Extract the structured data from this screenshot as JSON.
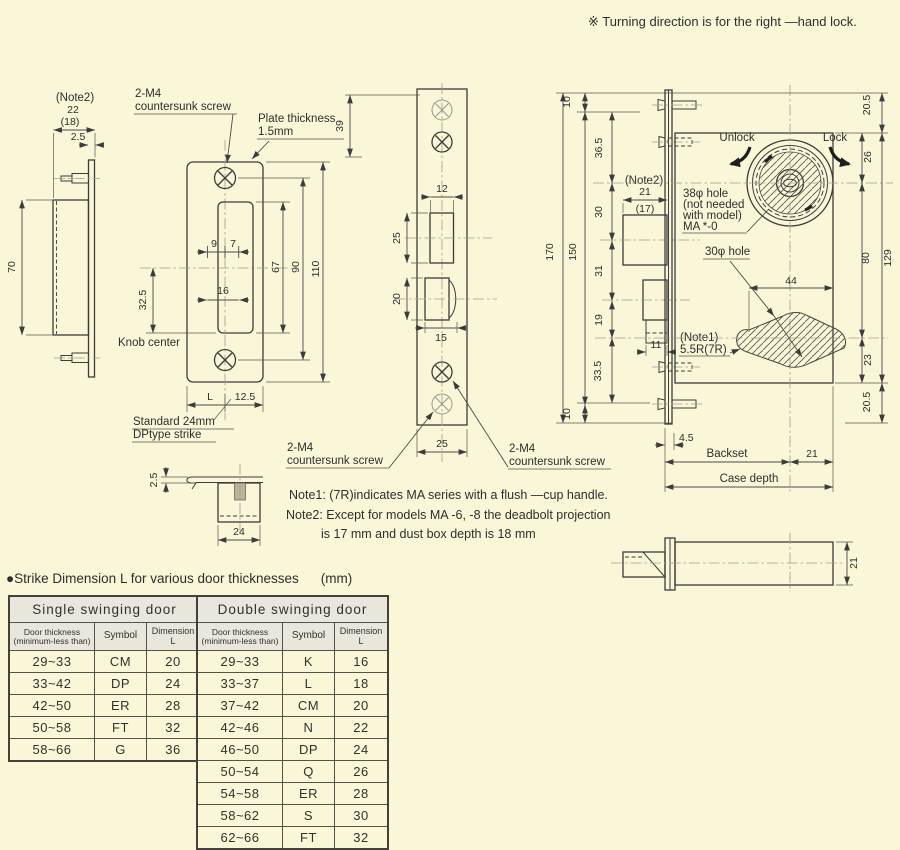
{
  "top_note": "※ Turning direction is for the right —hand lock.",
  "labels": {
    "m4a": "2-M4",
    "m4b": "countersunk screw",
    "sv_note2": "(Note2)",
    "sv_22": "22",
    "sv_18": "(18)",
    "sv_25": "2.5",
    "sv_70": "70",
    "fv_pt1": "Plate thickness",
    "fv_pt2": "1.5mm",
    "fv_9": "9",
    "fv_7": "7",
    "fv_16": "16",
    "fv_67": "67",
    "fv_90": "90",
    "fv_110": "110",
    "fv_325": "32.5",
    "fv_knob": "Knob center",
    "fv_L": "L",
    "fv_125": "12.5",
    "fv_std1": "Standard 24mm",
    "fv_std2": "DPtype strike",
    "fp_39": "39",
    "fp_12": "12",
    "fp_25a": "25",
    "fp_20": "20",
    "fp_15": "15",
    "fp_25b": "25",
    "cv_10t": "10",
    "cv_365": "36.5",
    "cv_note2": "(Note2)",
    "cv_21": "21",
    "cv_17": "(17)",
    "cv_30": "30",
    "cv_31": "31",
    "cv_19": "19",
    "cv_335": "33.5",
    "cv_10b": "10",
    "cv_150": "150",
    "cv_170": "170",
    "cv_11": "11",
    "cv_note1": "(Note1)",
    "cv_55r": "5.5R(7R)",
    "cv_hole38a": "38φ hole",
    "cv_hole38b": "(not needed",
    "cv_hole38c": "with model)",
    "cv_hole38d": "MA *-0",
    "cv_hole30": "30φ hole",
    "cv_unlock": "Unlock",
    "cv_lock": "Lock",
    "cv_205t": "20.5",
    "cv_26": "26",
    "cv_80": "80",
    "cv_129": "129",
    "cv_23": "23",
    "cv_205b": "20.5",
    "cv_44": "44",
    "cv_45": "4.5",
    "cv_backset": "Backset",
    "cv_21b": "21",
    "cv_casedepth": "Case depth",
    "db_25": "2.5",
    "db_24": "24",
    "bs_21": "21"
  },
  "notes": {
    "note1": "Note1: (7R)indicates MA series with a flush —cup handle.",
    "note2a": "Note2: Except for models MA -6, -8 the deadbolt projection",
    "note2b": "is 17 mm and dust box depth is 18 mm"
  },
  "strike_table": {
    "section_title": "●Strike Dimension L for various door thicknesses",
    "units": "(mm)",
    "col_headers": {
      "thickness1": "Door thickness",
      "thickness2": "(minimum-less than)",
      "symbol": "Symbol",
      "dimension": "Dimension L"
    },
    "single": {
      "title": "Single swinging door",
      "rows": [
        [
          "29~33",
          "CM",
          "20"
        ],
        [
          "33~42",
          "DP",
          "24"
        ],
        [
          "42~50",
          "ER",
          "28"
        ],
        [
          "50~58",
          "FT",
          "32"
        ],
        [
          "58~66",
          "G",
          "36"
        ]
      ]
    },
    "double": {
      "title": "Double swinging door",
      "rows": [
        [
          "29~33",
          "K",
          "16"
        ],
        [
          "33~37",
          "L",
          "18"
        ],
        [
          "37~42",
          "CM",
          "20"
        ],
        [
          "42~46",
          "N",
          "22"
        ],
        [
          "46~50",
          "DP",
          "24"
        ],
        [
          "50~54",
          "Q",
          "26"
        ],
        [
          "54~58",
          "ER",
          "28"
        ],
        [
          "58~62",
          "S",
          "30"
        ],
        [
          "62~66",
          "FT",
          "32"
        ]
      ]
    }
  },
  "colors": {
    "background": "#faf6d8",
    "line": "#3c3c3c",
    "centerline": "#a29e8e",
    "table_header_bg": "#e9e6dc"
  }
}
